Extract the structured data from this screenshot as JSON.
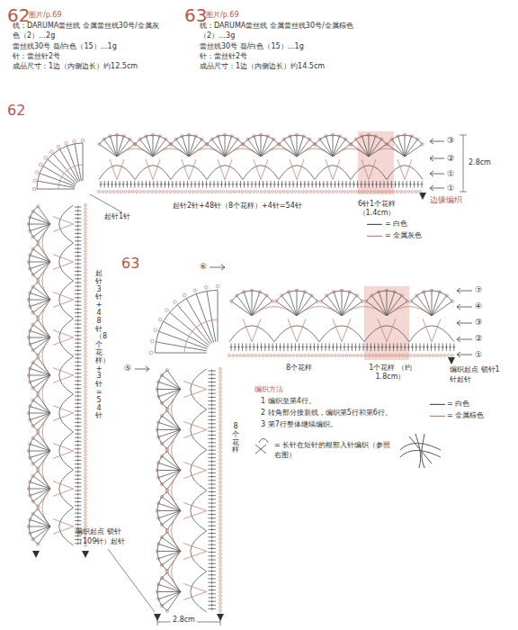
{
  "diagram": {
    "labels": [
      "62",
      "图片/p.69",
      "线：DARUMA蕾丝线 金属蕾丝线30号/金属灰色（2）…2g",
      "蕾丝线30号 葵/白色（15）…1g",
      "针：蕾丝针2号",
      "成品尺寸：1边（内侧边长）约12.5cm",
      "63",
      "图片/p.69",
      "线：DARUMA蕾丝线 金属蕾丝线30号/金属棕色（2）…3g",
      "蕾丝线30号 葵/白色（15）…1g",
      "针：蕾丝针2号",
      "成品尺寸：1边（内侧边长）约14.5cm",
      "62",
      "③",
      "②",
      "①",
      "①",
      "2.8cm",
      "边缘编织",
      "起针1针",
      "起针2针+48针（8个花样）+4针=54针",
      "6针1个花样 （1.4cm）",
      "起针3针+48针（8个花样）+3针=54针",
      "63",
      "⑥",
      "⑦",
      "④",
      "③",
      "②",
      "①",
      "⑤",
      "8个花样",
      "1个花样 （约1.8cm）",
      "编织起点 锁针1针起针",
      "编织方法",
      "1 编织至第4行。",
      "2 转角部分接新线，编织第5行和第6行。",
      "3 第7行整体继续编织。",
      "= 长针在短针的根部入针编织（参照右图）",
      "8个花样",
      "编织起点 锁针（109针）起针",
      "2.8cm"
    ],
    "legend": [
      {
        "text": "= 白色"
      },
      {
        "text": "= 金属灰色"
      },
      {
        "text": "= 白色"
      },
      {
        "text": "= 金属棕色"
      }
    ]
  }
}
